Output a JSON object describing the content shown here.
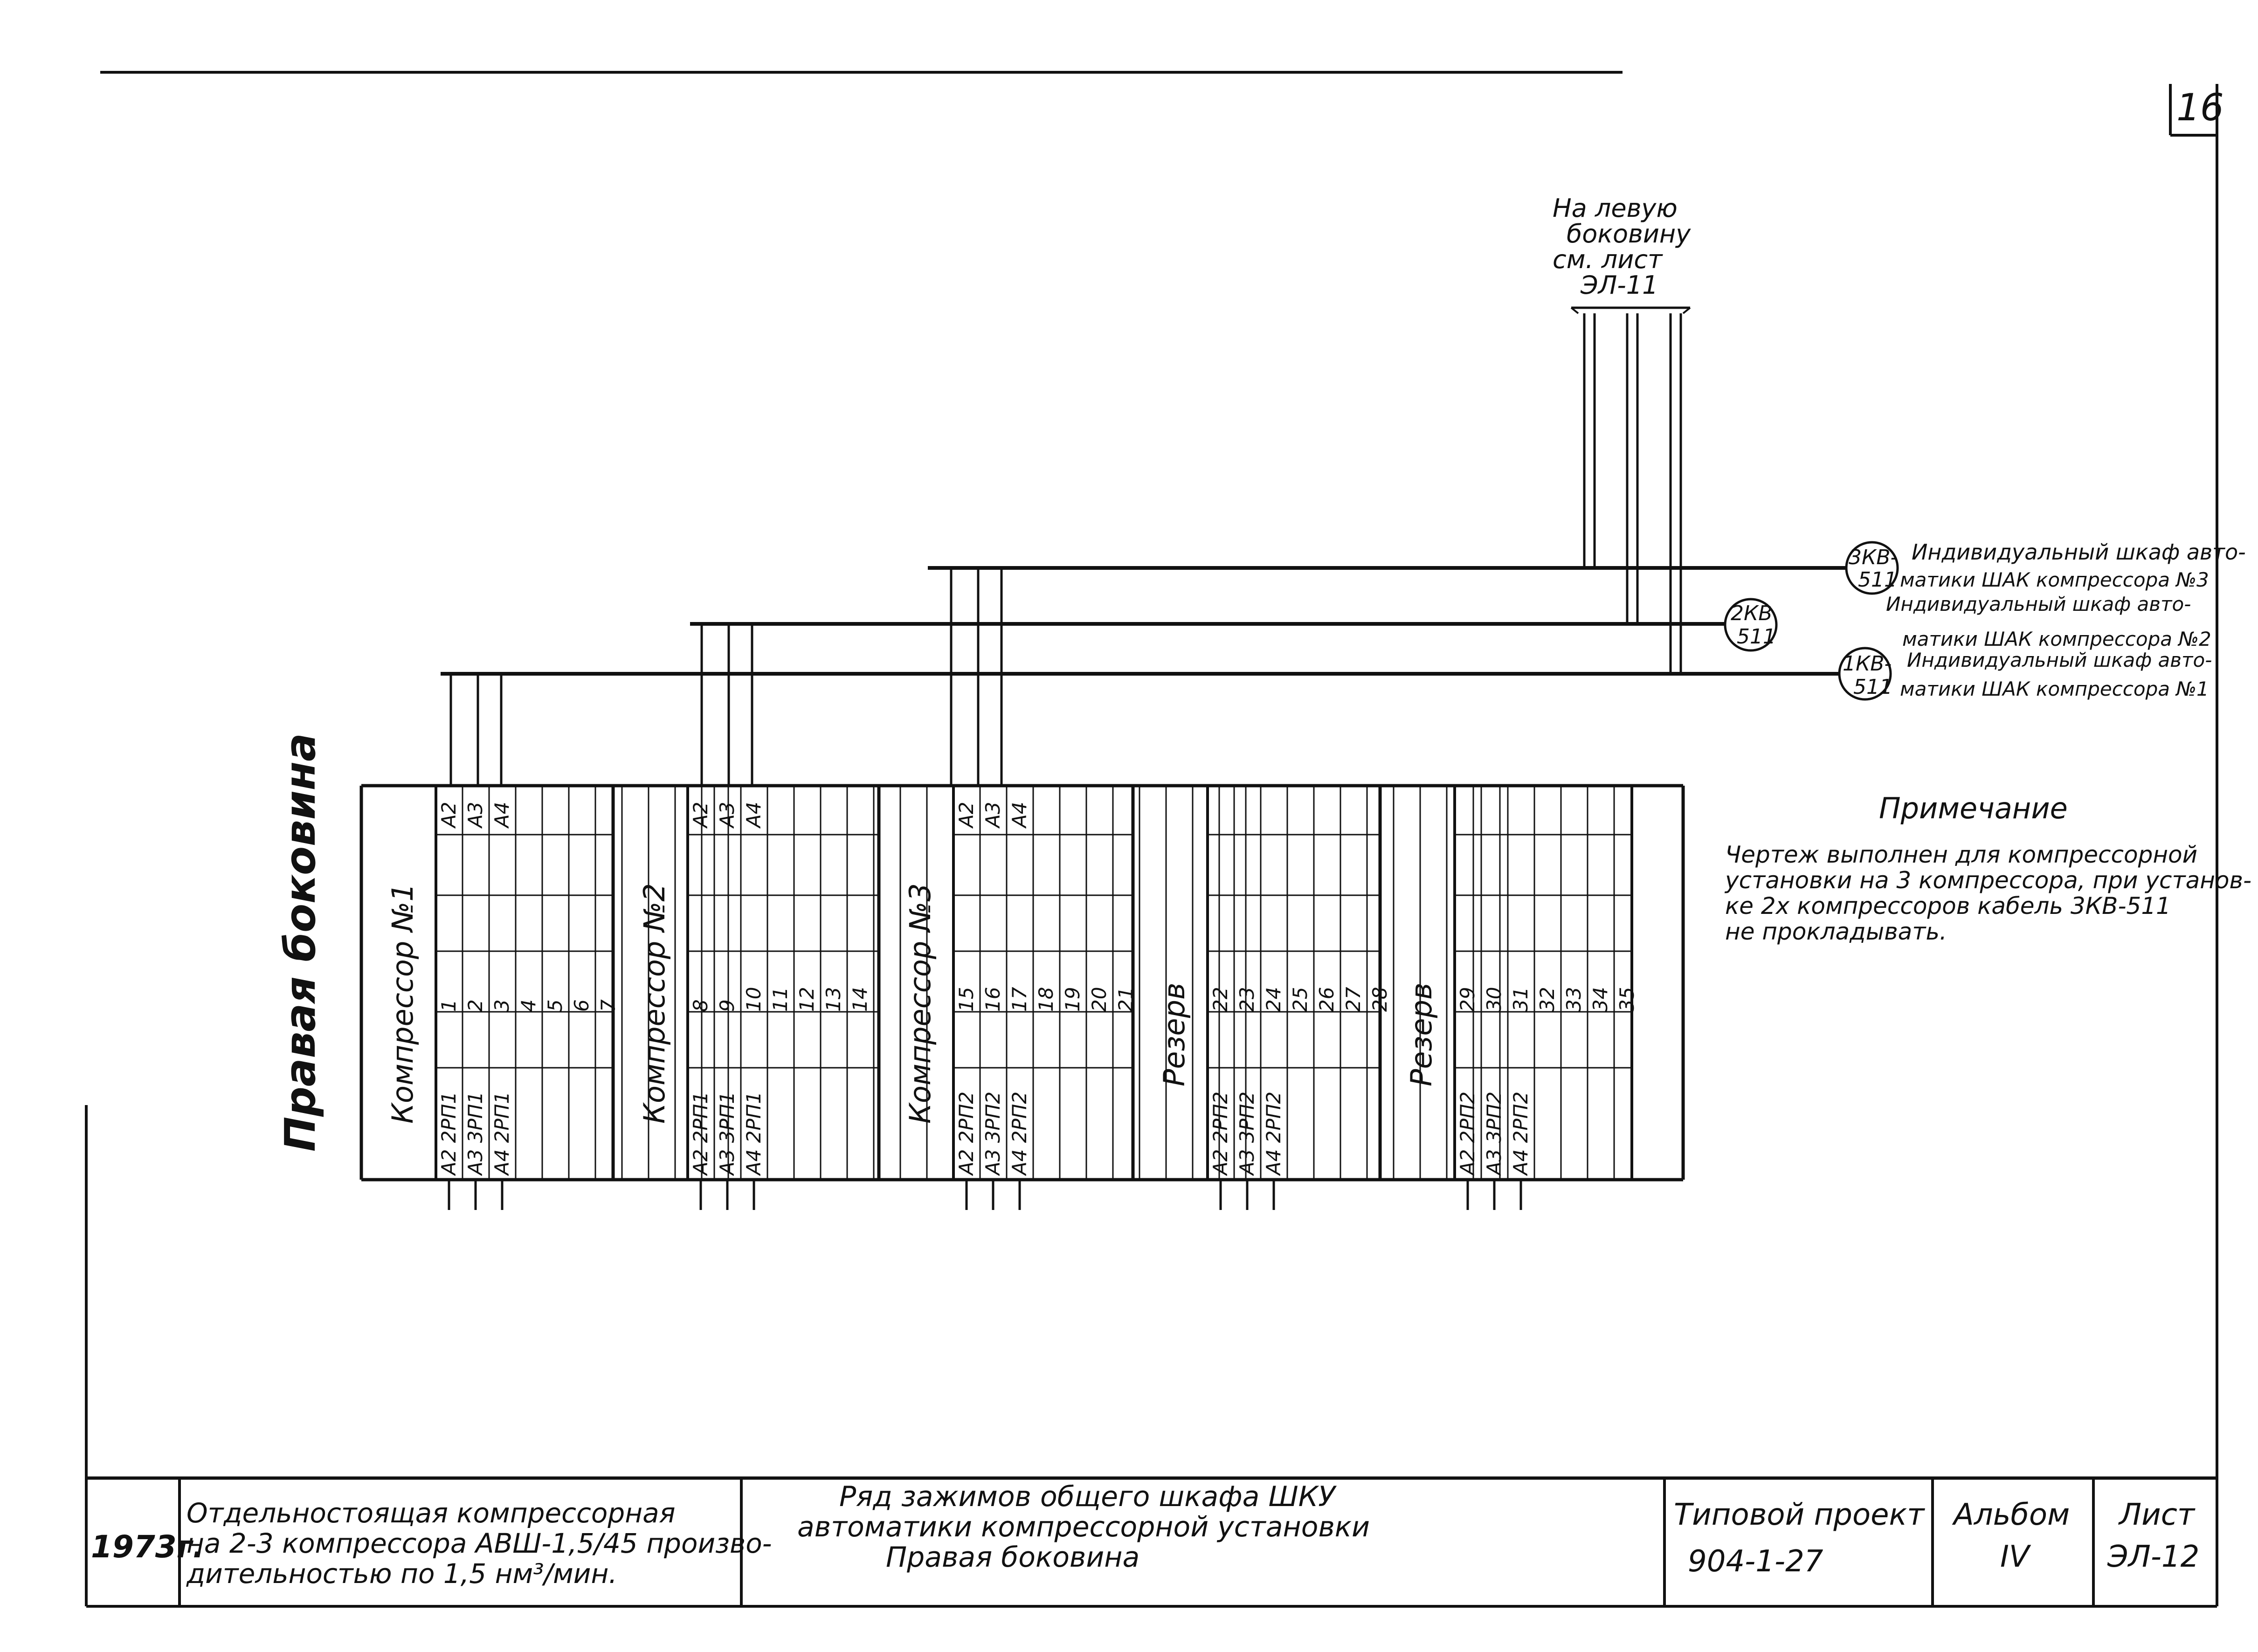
{
  "sheet_number": "16",
  "side_title": "Правая боковина",
  "cable_source": {
    "lines": [
      "На левую",
      "боковину",
      "см. лист",
      "ЭЛ-11"
    ]
  },
  "cables": [
    {
      "tag": [
        "3КВ-",
        "511"
      ],
      "lines": [
        "Индивидуальный шкаф авто-",
        "матики ШАК компрессора №3"
      ]
    },
    {
      "tag": [
        "2КВ",
        "511"
      ],
      "lines": [
        "Индивидуальный шкаф авто-",
        "матики ШАК компрессора №2"
      ]
    },
    {
      "tag": [
        "1КВ-",
        "511"
      ],
      "lines": [
        "Индивидуальный шкаф авто-",
        "матики ШАК компрессора №1"
      ]
    }
  ],
  "terminal_groups": [
    {
      "label": "Компрессор №1",
      "addresses": [
        "А2",
        "А3",
        "А4"
      ],
      "numbers": [
        "1",
        "2",
        "3",
        "4",
        "5",
        "6",
        "7"
      ],
      "bottom": [
        "А2  2РП1",
        "А3  3РП1",
        "А4  2РП1"
      ]
    },
    {
      "label": "Компрессор №2",
      "addresses": [
        "А2",
        "А3",
        "А4"
      ],
      "numbers": [
        "8",
        "9",
        "10",
        "11",
        "12",
        "13",
        "14"
      ],
      "bottom": [
        "А2  2РП1",
        "А3  3РП1",
        "А4  2РП1"
      ]
    },
    {
      "label": "Компрессор №3",
      "addresses": [
        "А2",
        "А3",
        "А4"
      ],
      "numbers": [
        "15",
        "16",
        "17",
        "18",
        "19",
        "20",
        "21"
      ],
      "bottom": [
        "А2  2РП2",
        "А3  3РП2",
        "А4  2РП2"
      ]
    },
    {
      "label": "Резерв",
      "addresses": [],
      "numbers": [
        "22",
        "23",
        "24",
        "25",
        "26",
        "27",
        "28"
      ],
      "bottom": [
        "А2  2РП2",
        "А3  3РП2",
        "А4  2РП2"
      ]
    },
    {
      "label": "Резерв",
      "addresses": [],
      "numbers": [
        "29",
        "30",
        "31",
        "32",
        "33",
        "34",
        "35"
      ],
      "bottom": [
        "А2  2РП2",
        "А3  3РП2",
        "А4  2РП2"
      ]
    }
  ],
  "note": {
    "title": "Примечание",
    "lines": [
      "Чертеж выполнен для компрессорной",
      "установки на 3 компрессора, при установ-",
      "ке 2х компрессоров кабель 3КВ-511",
      "не прокладывать."
    ]
  },
  "title_block": {
    "year": "1973г.",
    "object_lines": [
      "Отдельностоящая компрессорная",
      "на 2-3 компрессора АВШ-1,5/45 произво-",
      "дительностью по 1,5 нм³/мин."
    ],
    "drawing_lines": [
      "Ряд зажимов общего шкафа  ШКУ",
      "автоматики компрессорной установки",
      "Правая  боковина"
    ],
    "project_lines": [
      "Типовой проект",
      "904-1-27"
    ],
    "album_lines": [
      "Альбом",
      "IV"
    ],
    "sheet_lines": [
      "Лист",
      "ЭЛ-12"
    ]
  }
}
